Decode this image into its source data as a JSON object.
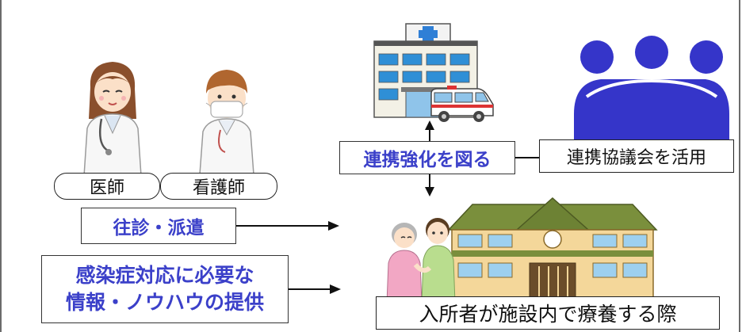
{
  "roles": {
    "doctor": "医師",
    "nurse": "看護師"
  },
  "actions": {
    "visit": "往診・派遣",
    "info_line1": "感染症対応に必要な",
    "info_line2": "情報・ノウハウの提供"
  },
  "hub": {
    "coordination": "連携強化を図る",
    "council": "連携協議会を活用"
  },
  "facility": {
    "caption": "入所者が施設内で療養する際"
  },
  "colors": {
    "accent_text": "#3b40c9",
    "people_icon": "#3535c9"
  }
}
